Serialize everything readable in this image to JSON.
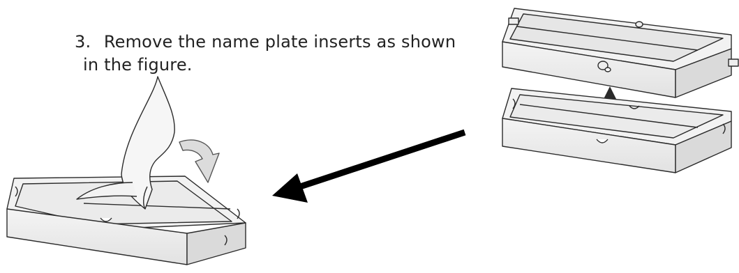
{
  "instruction": {
    "number": "3.",
    "line1": "Remove the name plate inserts as shown",
    "line2": "in the figure."
  },
  "colors": {
    "text": "#222222",
    "outline": "#2b2b2b",
    "fill": "#ebebeb",
    "arrow": "#000000",
    "lift_arrow": "#2a2a2a",
    "curl_arrow": "#dcdcdc"
  }
}
